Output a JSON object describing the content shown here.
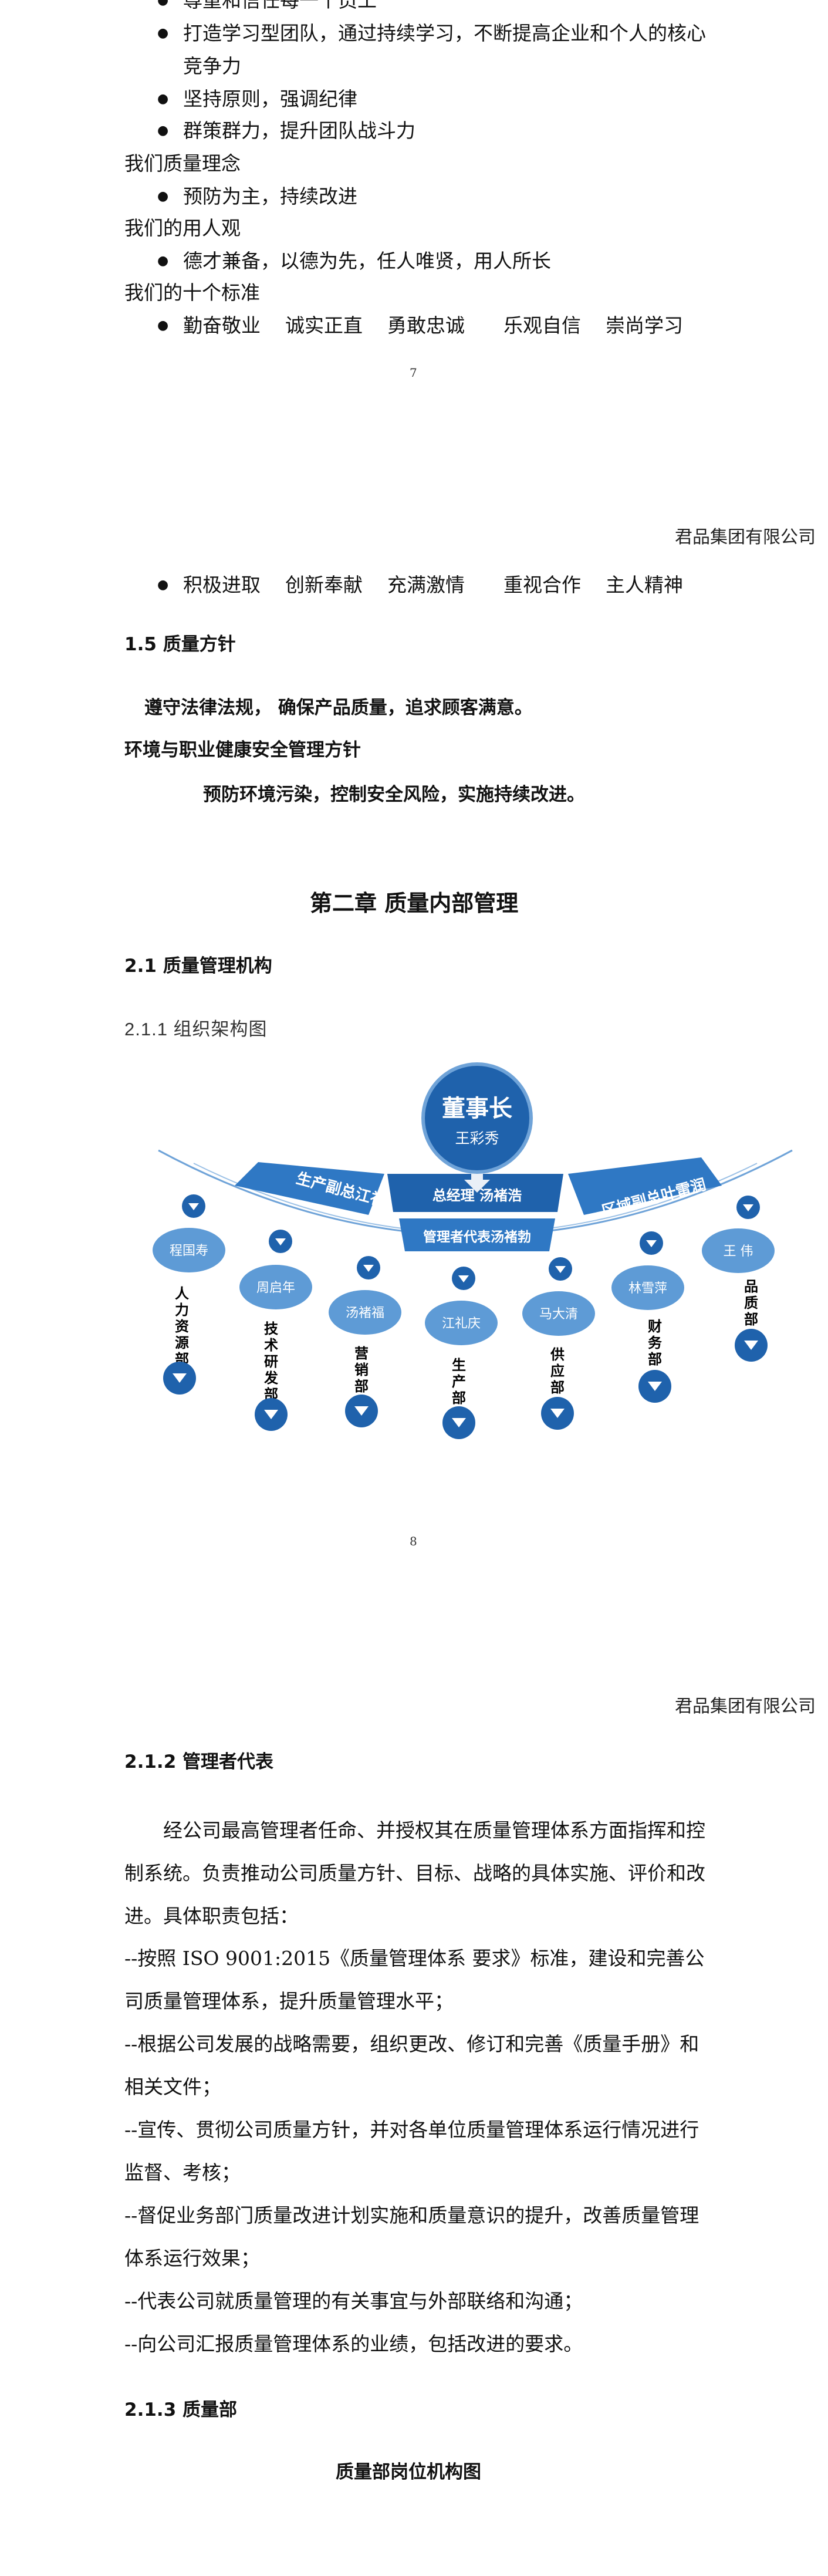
{
  "page7": {
    "bullets_top": [
      "尊重和信任每一个员工",
      "打造学习型团队，通过持续学习，不断提高企业和个人的核心",
      "坚持原则，强调纪律",
      "群策群力，提升团队战斗力"
    ],
    "bullet_2_cont": "竞争力",
    "quality_concept_label": "我们质量理念",
    "quality_concept_bullet": "预防为主，持续改进",
    "employment_label": "我们的用人观",
    "employment_bullet": "德才兼备，以德为先，任人唯贤，用人所长",
    "standards_label": "我们的十个标准",
    "standards_row1": [
      "勤奋敬业",
      "诚实正直",
      "勇敢忠诚",
      "乐观自信",
      "崇尚学习"
    ],
    "page_number": "7"
  },
  "company": "君品集团有限公司",
  "page8": {
    "standards_row2": [
      "积极进取",
      "创新奉献",
      "充满激情",
      "重视合作",
      "主人精神"
    ],
    "section_1_5": "1.5  质量方针",
    "quality_policy": "遵守法律法规，  确保产品质量，追求顾客满意。",
    "env_title": "环境与职业健康安全管理方针",
    "env_policy": "预防环境污染，控制安全风险，实施持续改进。",
    "chapter_title": "第二章  质量内部管理",
    "section_2_1": "2.1  质量管理机构",
    "section_2_1_1": "2.1.1  组织架构图",
    "page_number": "8"
  },
  "org_chart": {
    "chairman_title": "董事长",
    "chairman_name": "王彩秀",
    "gm": "总经理    汤褚浩",
    "mgmt_rep": "管理者代表汤褚勃",
    "left_vp": "生产副总江礼庆",
    "right_vp": "区域副总叶雷润",
    "nodes": [
      {
        "name": "程国寿",
        "dept": [
          "人",
          "力",
          "资",
          "源",
          "部"
        ]
      },
      {
        "name": "周启年",
        "dept": [
          "技",
          "术",
          "研",
          "发",
          "部"
        ]
      },
      {
        "name": "汤褚福",
        "dept": [
          "营",
          "销",
          "部"
        ]
      },
      {
        "name": "江礼庆",
        "dept": [
          "生",
          "产",
          "部"
        ]
      },
      {
        "name": "马大清",
        "dept": [
          "供",
          "应",
          "部"
        ]
      },
      {
        "name": "林雪萍",
        "dept": [
          "财",
          "务",
          "部"
        ]
      },
      {
        "name": "王  伟",
        "dept": [
          "品",
          "质",
          "部"
        ]
      }
    ],
    "colors": {
      "dark": "#1f62ac",
      "mid": "#2f78c4",
      "light": "#5e9bd6",
      "arc": "#6fa3d8"
    }
  },
  "page9": {
    "section_2_1_2": "2.1.2  管理者代表",
    "paragraphs": [
      "经公司最高管理者任命、并授权其在质量管理体系方面指挥和控制系统。负责推动公司质量方针、目标、战略的具体实施、评价和改进。具体职责包括：",
      "--按照  ISO 9001:2015《质量管理体系  要求》标准，建设和完善公司质量管理体系，提升质量管理水平；",
      "--根据公司发展的战略需要，组织更改、修订和完善《质量手册》和相关文件；",
      "--宣传、贯彻公司质量方针，并对各单位质量管理体系运行情况进行监督、考核；",
      "--督促业务部门质量改进计划实施和质量意识的提升，改善质量管理体系运行效果；",
      "--代表公司就质量管理的有关事宜与外部联络和沟通；",
      "--向公司汇报质量管理体系的业绩，包括改进的要求。"
    ],
    "section_2_1_3": "2.1.3  质量部",
    "post_chart_title": "质量部岗位机构图"
  }
}
